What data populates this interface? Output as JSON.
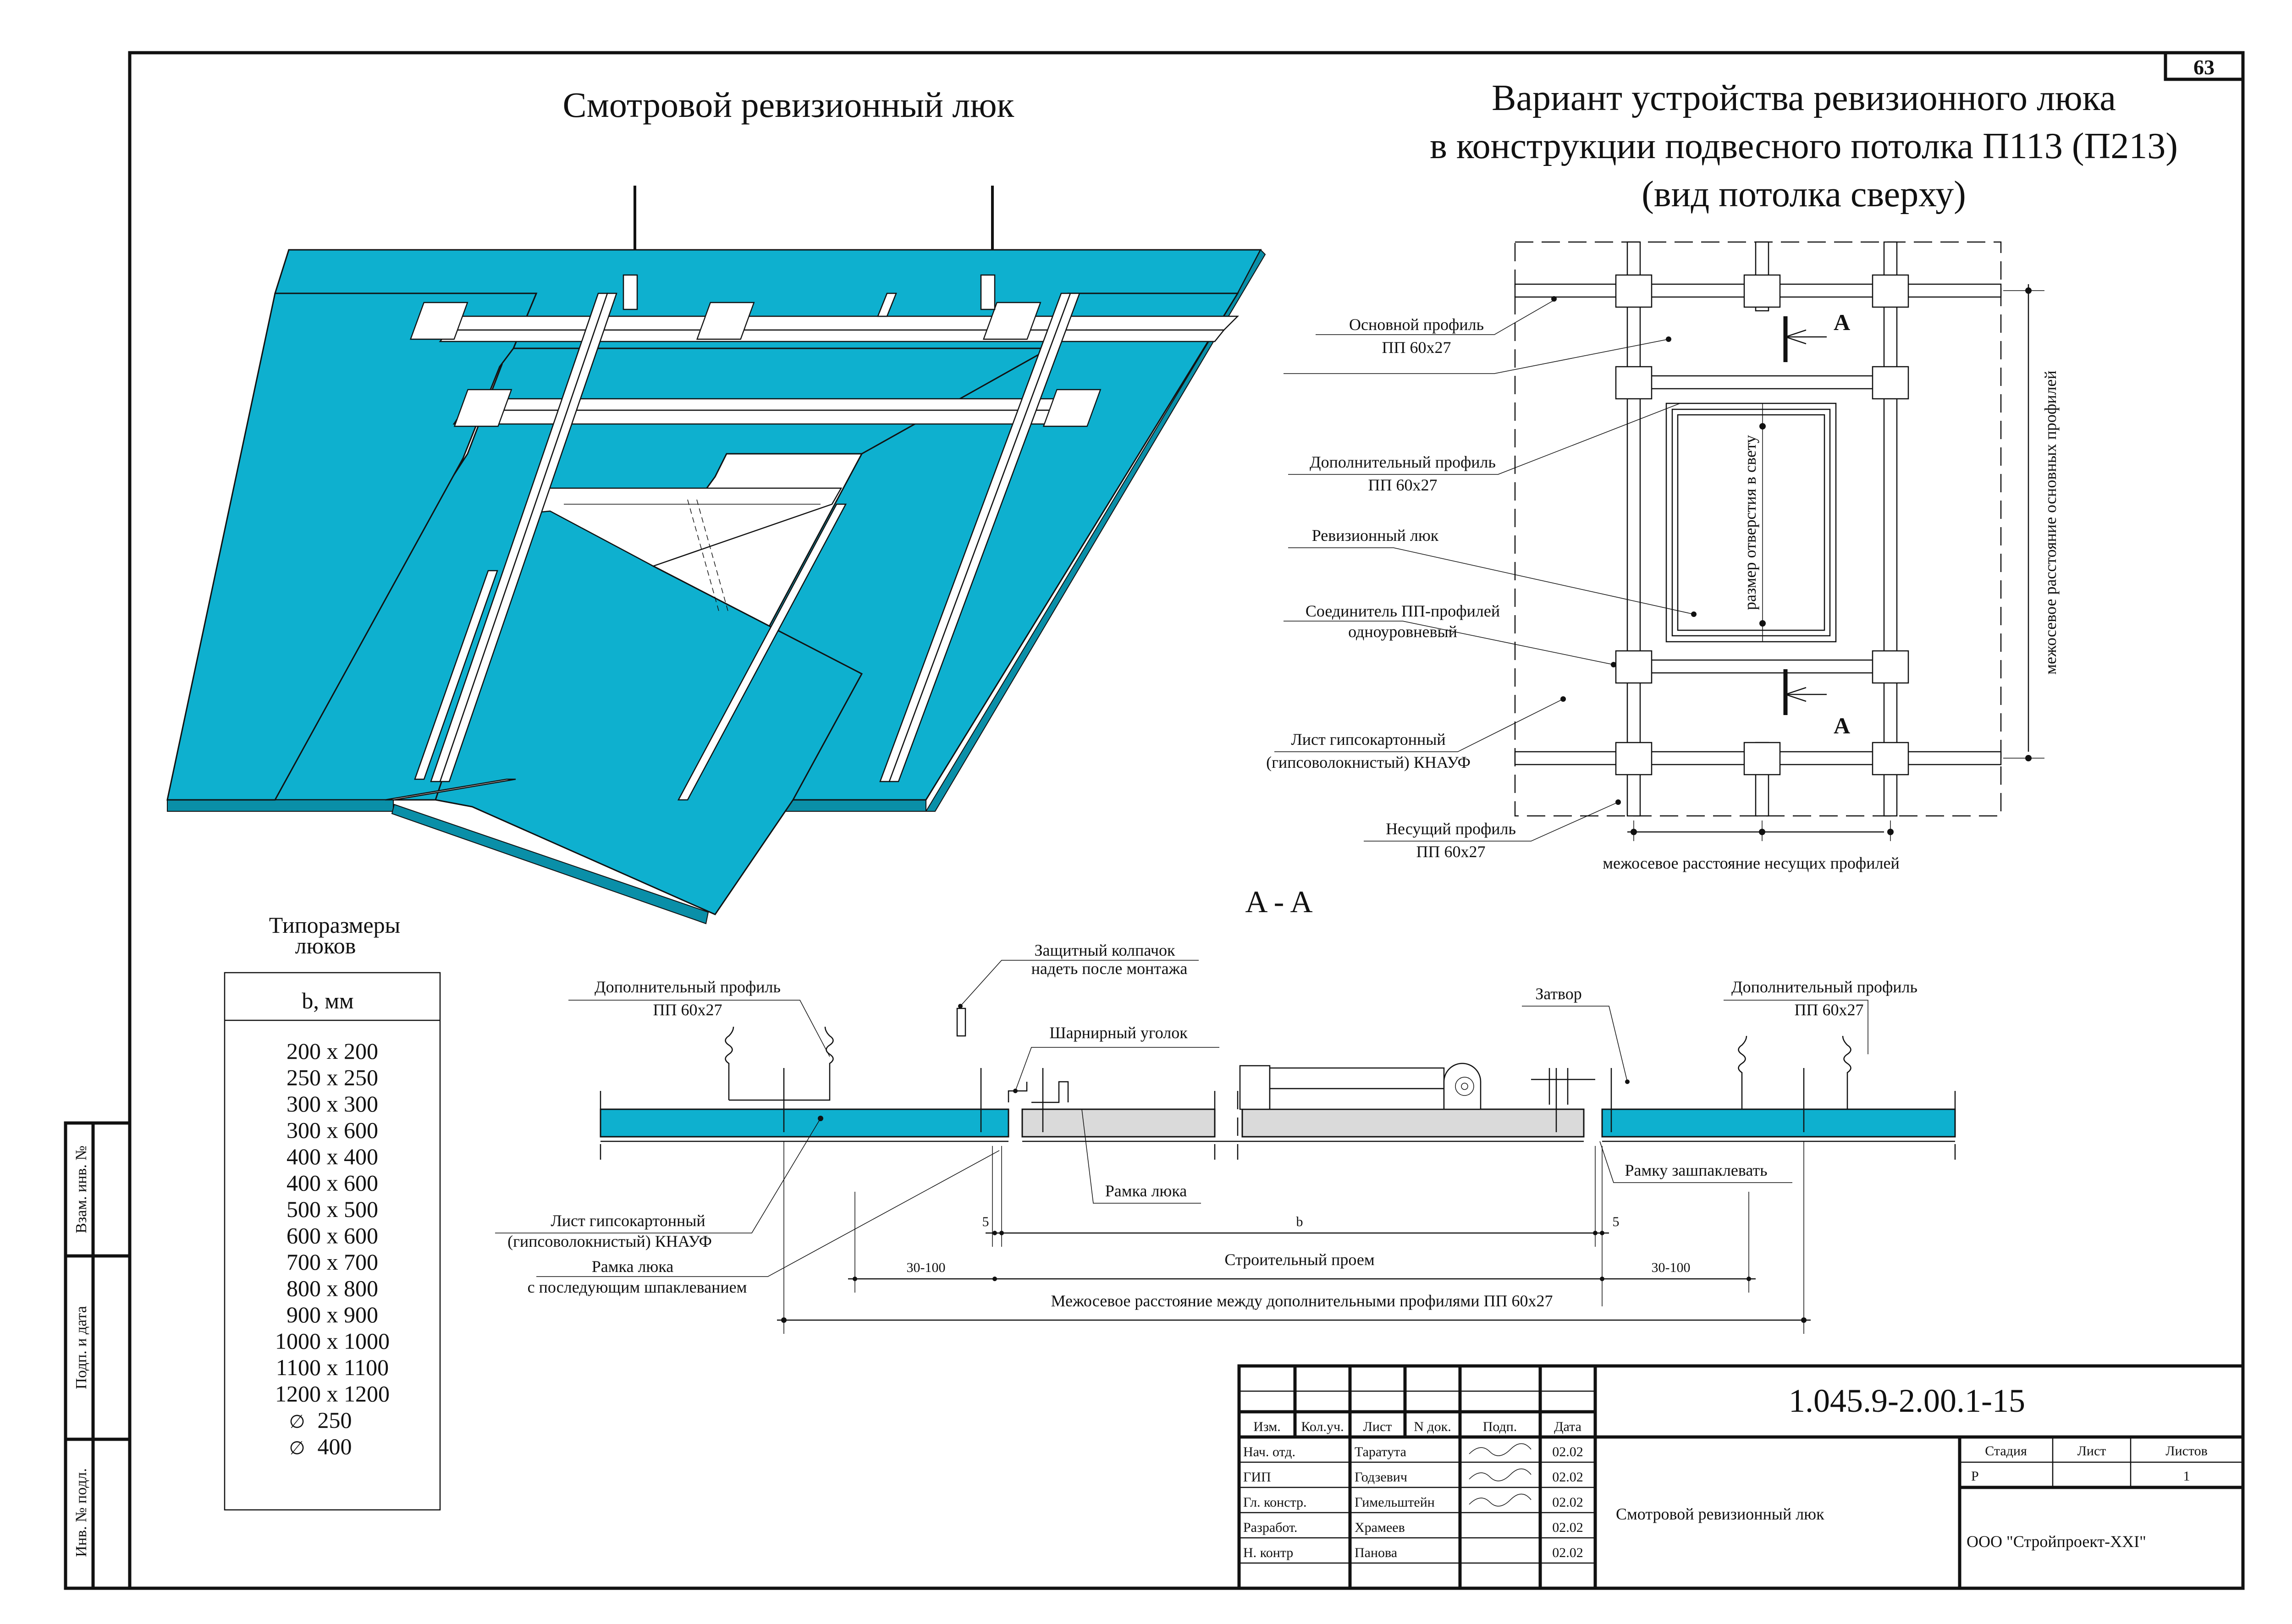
{
  "sheet": {
    "page_number": "63",
    "colors": {
      "drywall": "#0eb0cf",
      "hatch_frame": "#dadada",
      "ink": "#111111"
    }
  },
  "iso_view": {
    "title": "Смотровой ревизионный люк"
  },
  "plan_view": {
    "title_lines": [
      "Вариант устройства ревизионного люка",
      "в конструкции подвесного потолка П113 (П213)",
      "(вид потолка сверху)"
    ],
    "callouts": [
      {
        "line1": "Основной профиль",
        "line2": "ПП 60x27"
      },
      {
        "line1": "Дополнительный профиль",
        "line2": "ПП 60x27"
      },
      {
        "line1": "Ревизионный люк",
        "line2": ""
      },
      {
        "line1": "Соединитель ПП-профилей",
        "line2": "одноуровневый"
      },
      {
        "line1": "Лист гипсокартонный",
        "line2": "(гипсоволокнистый) КНАУФ"
      },
      {
        "line1": "Несущий профиль",
        "line2": "ПП 60x27"
      }
    ],
    "section_mark": "A",
    "opening_dim_label": "размер отверстия в свету",
    "main_spacing_label": "межосевое расстояние основных профилей",
    "bearing_spacing_label": "межосевое расстояние несущих профилей"
  },
  "section": {
    "title": "A - A",
    "callouts": {
      "extra_profile_left": {
        "line1": "Дополнительный профиль",
        "line2": "ПП 60x27"
      },
      "cap": {
        "line1": "Защитный колпачок",
        "line2": "надеть после монтажа"
      },
      "hinge": "Шарнирный уголок",
      "frame": "Рамка люка",
      "sheet": {
        "line1": "Лист гипсокартонный",
        "line2": "(гипсоволокнистый) КНАУФ"
      },
      "frame_putty": {
        "line1": "Рамка люка",
        "line2": "с последующим шпаклеванием"
      },
      "latch": "Затвор",
      "extra_profile_right": {
        "line1": "Дополнительный профиль",
        "line2": "ПП 60x27"
      },
      "putty_frame": "Рамку зашпаклевать"
    },
    "dimensions": {
      "gap": "5",
      "b": "b",
      "opening": "Строительный проем",
      "offset": "30-100",
      "axis_spacing": "Межосевое расстояние между дополнительными профилями ПП 60x27"
    }
  },
  "sizes_table": {
    "title_line1": "Типоразмеры",
    "title_line2": "люков",
    "header": "b, мм",
    "rows": [
      "200 x 200",
      "250 x 250",
      "300 x 300",
      "300 x 600",
      "400 x 400",
      "400 x 600",
      "500 x 500",
      "600 x 600",
      "700 x 700",
      "800 x 800",
      "900 x 900",
      "1000 x 1000",
      "1100 x 1100",
      "1200 x 1200"
    ],
    "round": [
      {
        "symbol": "∅",
        "value": "250"
      },
      {
        "symbol": "∅",
        "value": "400"
      }
    ]
  },
  "side_stamp": {
    "cells": [
      "Взам. инв. №",
      "Подп. и дата",
      "Инв. № подл."
    ]
  },
  "title_block": {
    "doc_code": "1.045.9-2.00.1-15",
    "headers": [
      "Изм.",
      "Кол.уч.",
      "Лист",
      "N док.",
      "Подп.",
      "Дата"
    ],
    "signers": [
      {
        "role": "Нач. отд.",
        "name": "Таратута",
        "signed": true,
        "date": "02.02"
      },
      {
        "role": "ГИП",
        "name": "Годзевич",
        "signed": true,
        "date": "02.02"
      },
      {
        "role": "Гл. констр.",
        "name": "Гимельштейн",
        "signed": true,
        "date": "02.02"
      },
      {
        "role": "Разработ.",
        "name": "Храмеев",
        "signed": false,
        "date": "02.02"
      },
      {
        "role": "Н. контр",
        "name": "Панова",
        "signed": false,
        "date": "02.02"
      }
    ],
    "sheet_title": "Смотровой ревизионный люк",
    "stage_header": "Стадия",
    "sheet_header": "Лист",
    "sheets_header": "Листов",
    "stage": "Р",
    "sheet": "",
    "sheets": "1",
    "organization": "ООО \"Стройпроект-XXI\""
  }
}
